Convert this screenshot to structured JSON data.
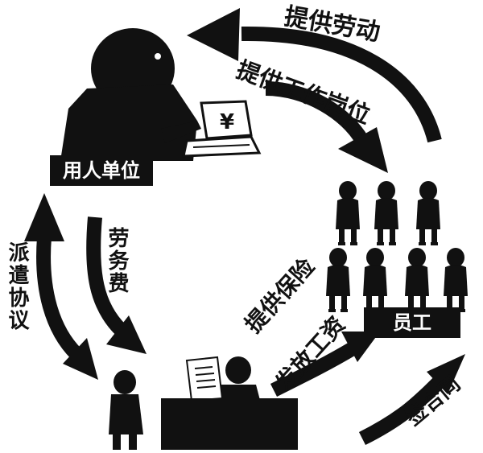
{
  "nodes": {
    "employer": "用人单位",
    "employees": "员工"
  },
  "edges": {
    "provide_labor": "提供劳动",
    "provide_job": "提供工作岗位",
    "dispatch_agreement": "派遣协议",
    "service_fee": "劳务费",
    "insurance_line1": "提供保险",
    "insurance_line2": "发放工资",
    "contract_partial": "签合同"
  },
  "symbols": {
    "laptop_screen": "¥"
  },
  "colors": {
    "ink": "#111111",
    "paper": "#ffffff"
  }
}
